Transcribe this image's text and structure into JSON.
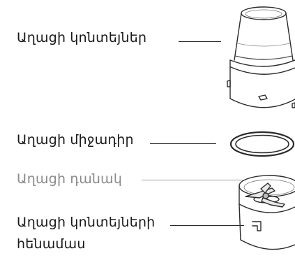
{
  "labels": {
    "container": "Աղացի կոնտեյներ",
    "seal": "Աղացի միջադիր",
    "blade": "Աղացի դանակ",
    "base_line1": "Աղացի կոնտեյների",
    "base_line2": "հենամաս"
  },
  "colors": {
    "text": "#1a1a1a",
    "muted_text": "#8a8a8a",
    "outline": "#2a2a2a"
  }
}
